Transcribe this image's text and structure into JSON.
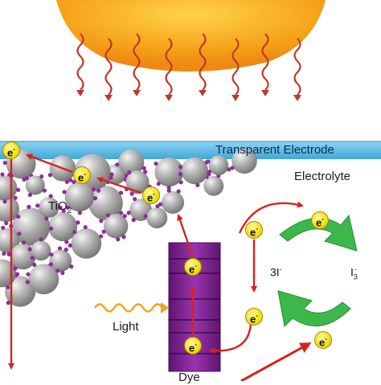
{
  "labels": {
    "transparent_electrode": "Transparent Electrode",
    "electrolyte": "Electrolyte",
    "tio2_main": "TiO",
    "tio2_sub": "2",
    "light": "Light",
    "dye": "Dye",
    "iodide": "3I",
    "iodide_sup": "-",
    "triiodide": "I",
    "triiodide_sub": "3",
    "triiodide_sup": "-",
    "electron": "e",
    "electron_sup": "-"
  },
  "colors": {
    "sun": "#f6a21a",
    "sun_edge": "#ffd34a",
    "photon_wave": "#c0392b",
    "electrode": "#4fb3e0",
    "tio2_particle": "#a8a8a8",
    "dye_molecule": "#8e2d9a",
    "dye_block": "#7b1f8c",
    "electron": "#f2e21c",
    "red_arrow": "#d6221f",
    "green_arrow": "#3cb84a",
    "light_wave": "#f2a21c"
  },
  "icons": {
    "sun": "sun-icon",
    "photon": "photon-wave-icon",
    "electron": "electron-icon"
  }
}
